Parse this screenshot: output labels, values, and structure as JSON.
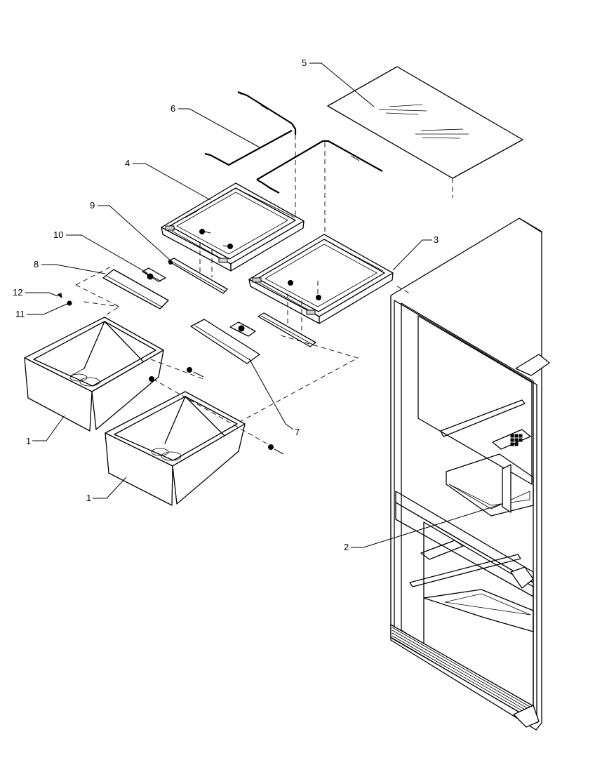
{
  "callouts": [
    {
      "id": "c5",
      "text": "5"
    },
    {
      "id": "c6",
      "text": "6"
    },
    {
      "id": "c4",
      "text": "4"
    },
    {
      "id": "c9",
      "text": "9"
    },
    {
      "id": "c10",
      "text": "10"
    },
    {
      "id": "c8",
      "text": "8"
    },
    {
      "id": "c12",
      "text": "12"
    },
    {
      "id": "c11",
      "text": "11"
    },
    {
      "id": "c3",
      "text": "3"
    },
    {
      "id": "c7",
      "text": "7"
    },
    {
      "id": "c1a",
      "text": "1"
    },
    {
      "id": "c1b",
      "text": "1"
    },
    {
      "id": "c2",
      "text": "2"
    }
  ]
}
